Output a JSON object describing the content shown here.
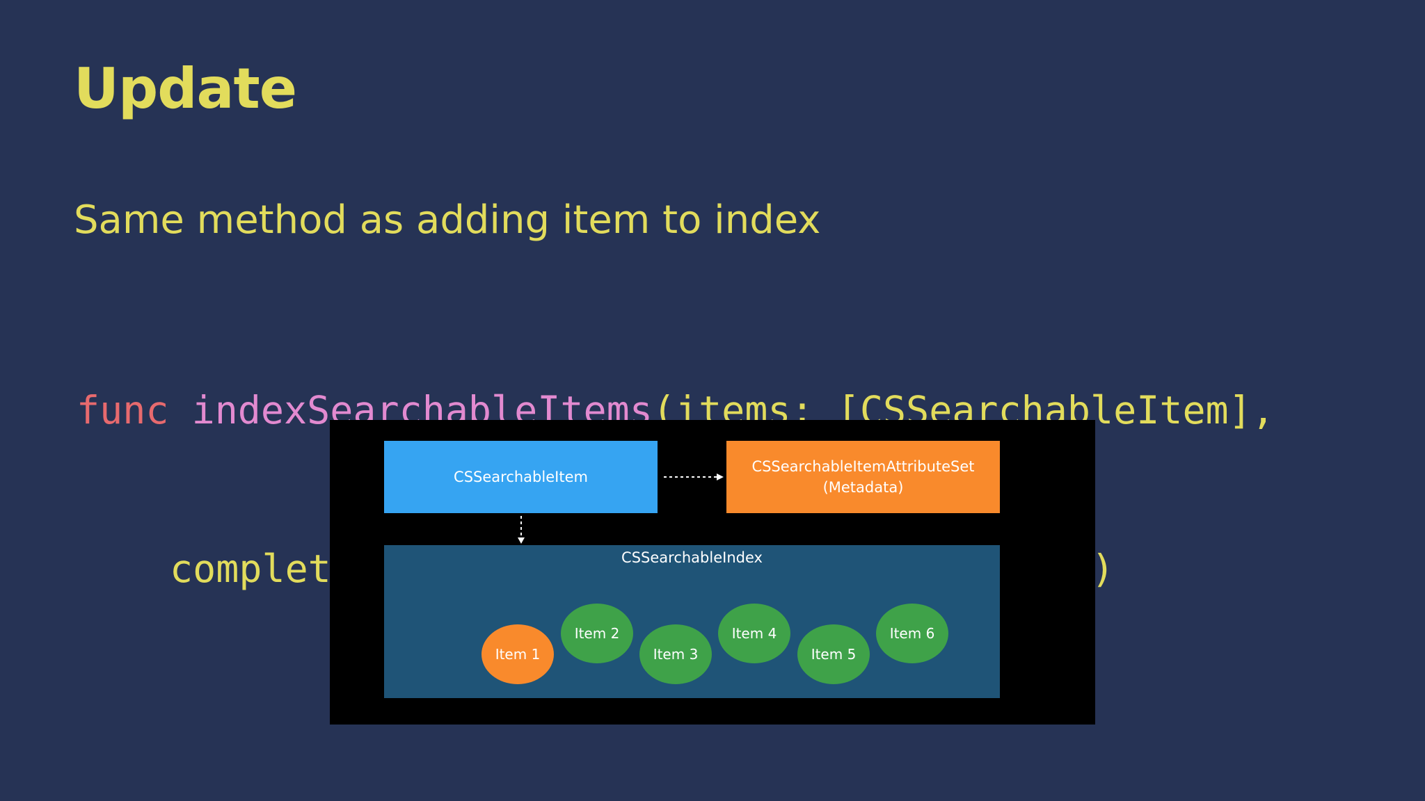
{
  "slide": {
    "title": "Update",
    "subtitle": "Same method as adding item to index"
  },
  "code": {
    "keyword": "func",
    "function_name": "indexSearchableItems",
    "line1_rest": "(items: [CSSearchableItem],",
    "line2": "completionHandler: ((NSError?) -> Void)?)"
  },
  "diagram": {
    "searchable_item": "CSSearchableItem",
    "attribute_set": "CSSearchableItemAttributeSet",
    "attribute_set_note": "(Metadata)",
    "index": "CSSearchableIndex",
    "items": [
      "Item 1",
      "Item 2",
      "Item 3",
      "Item 4",
      "Item 5",
      "Item 6"
    ]
  },
  "colors": {
    "background": "#263355",
    "title_text": "#e2dc5c",
    "keyword": "#e76a6e",
    "function_name": "#e28ad0",
    "searchable_item_box": "#36a4f2",
    "attribute_set_box": "#f98a2c",
    "index_panel": "#1f5477",
    "item_highlighted": "#f98a2c",
    "item_default": "#3fa249"
  }
}
